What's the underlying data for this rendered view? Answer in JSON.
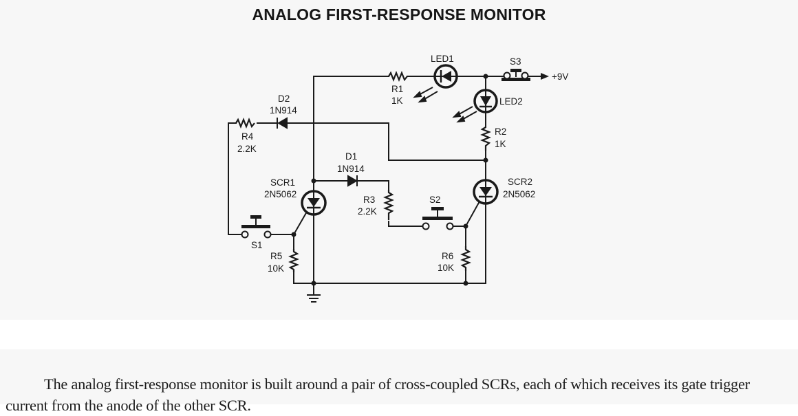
{
  "title": "ANALOG FIRST-RESPONSE MONITOR",
  "components": {
    "LED1": {
      "ref": "LED1"
    },
    "LED2": {
      "ref": "LED2"
    },
    "S1": {
      "ref": "S1"
    },
    "S2": {
      "ref": "S2"
    },
    "S3": {
      "ref": "S3"
    },
    "R1": {
      "ref": "R1",
      "value": "1K"
    },
    "R2": {
      "ref": "R2",
      "value": "1K"
    },
    "R3": {
      "ref": "R3",
      "value": "2.2K"
    },
    "R4": {
      "ref": "R4",
      "value": "2.2K"
    },
    "R5": {
      "ref": "R5",
      "value": "10K"
    },
    "R6": {
      "ref": "R6",
      "value": "10K"
    },
    "D1": {
      "ref": "D1",
      "value": "1N914"
    },
    "D2": {
      "ref": "D2",
      "value": "1N914"
    },
    "SCR1": {
      "ref": "SCR1",
      "value": "2N5062"
    },
    "SCR2": {
      "ref": "SCR2",
      "value": "2N5062"
    }
  },
  "supply_label": "+9V",
  "caption": "The analog first-response monitor is built around a pair of cross-coupled SCRs, each of which receives its gate trigger current from the anode of the other SCR."
}
